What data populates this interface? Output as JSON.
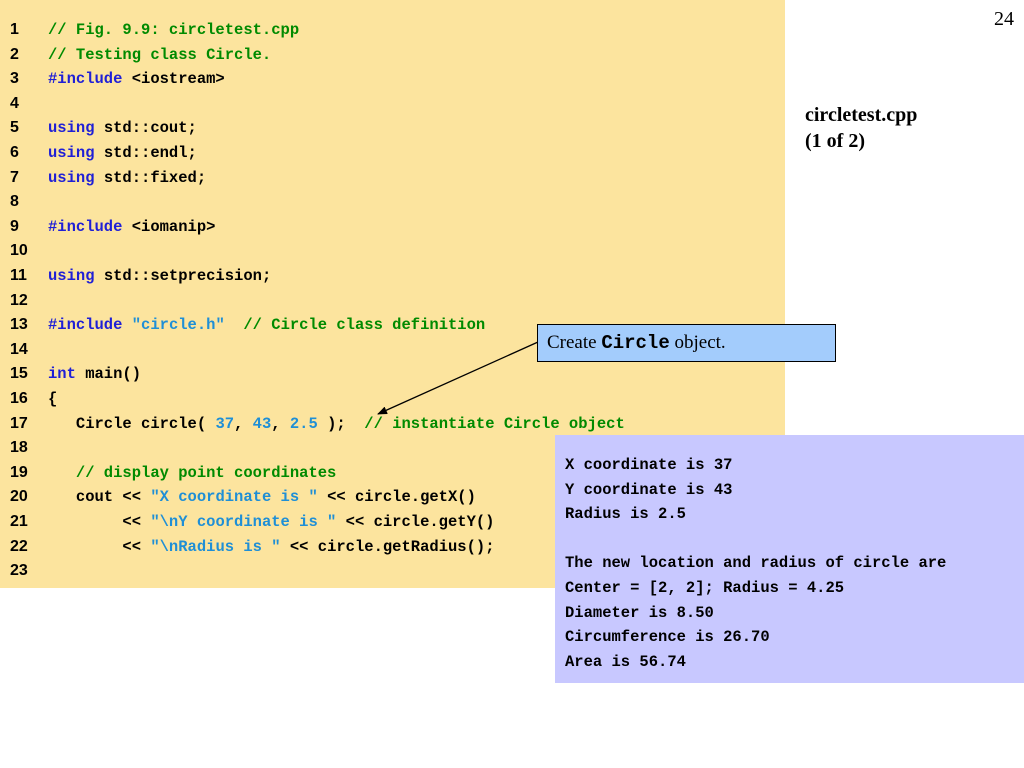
{
  "page_number": "24",
  "side_caption": {
    "line1": "circletest.cpp",
    "line2": "(1 of 2)"
  },
  "callout": {
    "prefix": "Create ",
    "code_word": "Circle",
    "suffix": " object."
  },
  "code_lines": [
    {
      "n": "1",
      "tokens": [
        {
          "t": "// Fig. 9.9: circletest.cpp",
          "c": "comment"
        }
      ]
    },
    {
      "n": "2",
      "tokens": [
        {
          "t": "// Testing class Circle.",
          "c": "comment"
        }
      ]
    },
    {
      "n": "3",
      "tokens": [
        {
          "t": "#include",
          "c": "keyword"
        },
        {
          "t": " <iostream>",
          "c": "plain"
        }
      ]
    },
    {
      "n": "4",
      "tokens": []
    },
    {
      "n": "5",
      "tokens": [
        {
          "t": "using",
          "c": "keyword"
        },
        {
          "t": " std::cout;",
          "c": "plain"
        }
      ]
    },
    {
      "n": "6",
      "tokens": [
        {
          "t": "using",
          "c": "keyword"
        },
        {
          "t": " std::endl;",
          "c": "plain"
        }
      ]
    },
    {
      "n": "7",
      "tokens": [
        {
          "t": "using",
          "c": "keyword"
        },
        {
          "t": " std::fixed;",
          "c": "plain"
        }
      ]
    },
    {
      "n": "8",
      "tokens": []
    },
    {
      "n": "9",
      "tokens": [
        {
          "t": "#include",
          "c": "keyword"
        },
        {
          "t": " <iomanip>",
          "c": "plain"
        }
      ]
    },
    {
      "n": "10",
      "tokens": []
    },
    {
      "n": "11",
      "tokens": [
        {
          "t": "using",
          "c": "keyword"
        },
        {
          "t": " std::setprecision;",
          "c": "plain"
        }
      ]
    },
    {
      "n": "12",
      "tokens": []
    },
    {
      "n": "13",
      "tokens": [
        {
          "t": "#include",
          "c": "keyword"
        },
        {
          "t": " ",
          "c": "plain"
        },
        {
          "t": "\"circle.h\"",
          "c": "string"
        },
        {
          "t": "  ",
          "c": "plain"
        },
        {
          "t": "// Circle class definition",
          "c": "comment"
        }
      ]
    },
    {
      "n": "14",
      "tokens": []
    },
    {
      "n": "15",
      "tokens": [
        {
          "t": "int",
          "c": "keyword"
        },
        {
          "t": " main()",
          "c": "plain"
        }
      ]
    },
    {
      "n": "16",
      "tokens": [
        {
          "t": "{",
          "c": "plain"
        }
      ]
    },
    {
      "n": "17",
      "tokens": [
        {
          "t": "   Circle circle( ",
          "c": "plain"
        },
        {
          "t": "37",
          "c": "number"
        },
        {
          "t": ", ",
          "c": "plain"
        },
        {
          "t": "43",
          "c": "number"
        },
        {
          "t": ", ",
          "c": "plain"
        },
        {
          "t": "2.5",
          "c": "number"
        },
        {
          "t": " );  ",
          "c": "plain"
        },
        {
          "t": "// instantiate Circle object",
          "c": "comment"
        }
      ]
    },
    {
      "n": "18",
      "tokens": []
    },
    {
      "n": "19",
      "tokens": [
        {
          "t": "   ",
          "c": "plain"
        },
        {
          "t": "// display point coordinates",
          "c": "comment"
        }
      ]
    },
    {
      "n": "20",
      "tokens": [
        {
          "t": "   cout << ",
          "c": "plain"
        },
        {
          "t": "\"X coordinate is \"",
          "c": "string"
        },
        {
          "t": " << circle.getX()",
          "c": "plain"
        }
      ]
    },
    {
      "n": "21",
      "tokens": [
        {
          "t": "        << ",
          "c": "plain"
        },
        {
          "t": "\"\\nY coordinate is \"",
          "c": "string"
        },
        {
          "t": " << circle.getY()",
          "c": "plain"
        }
      ]
    },
    {
      "n": "22",
      "tokens": [
        {
          "t": "        << ",
          "c": "plain"
        },
        {
          "t": "\"\\nRadius is \"",
          "c": "string"
        },
        {
          "t": " << circle.getRadius();",
          "c": "plain"
        }
      ]
    },
    {
      "n": "23",
      "tokens": []
    }
  ],
  "output_lines": [
    "X coordinate is 37",
    "Y coordinate is 43",
    "Radius is 2.5",
    "",
    "The new location and radius of circle are",
    "Center = [2, 2]; Radius = 4.25",
    "Diameter is 8.50",
    "Circumference is 26.70",
    "Area is 56.74"
  ]
}
